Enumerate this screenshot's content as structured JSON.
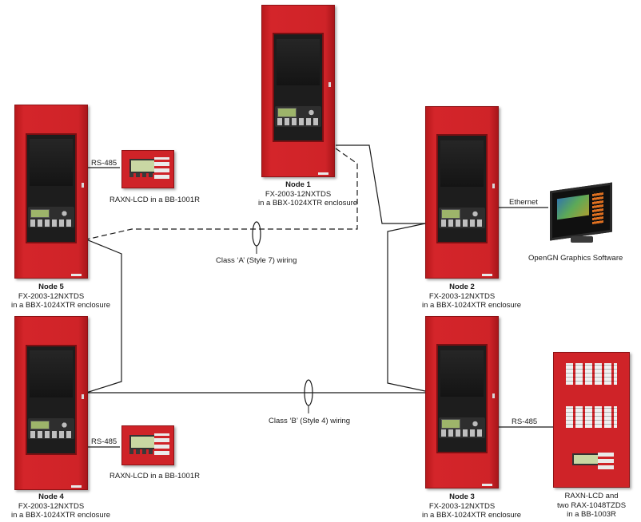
{
  "nodes": {
    "node1": {
      "title": "Node 1",
      "line1": "FX-2003-12NXTDS",
      "line2": "in a BBX-1024XTR enclosure"
    },
    "node2": {
      "title": "Node 2",
      "line1": "FX-2003-12NXTDS",
      "line2": "in a BBX-1024XTR enclosure"
    },
    "node3": {
      "title": "Node 3",
      "line1": "FX-2003-12NXTDS",
      "line2": "in a BBX-1024XTR enclosure"
    },
    "node4": {
      "title": "Node 4",
      "line1": "FX-2003-12NXTDS",
      "line2": "in a BBX-1024XTR enclosure"
    },
    "node5": {
      "title": "Node 5",
      "line1": "FX-2003-12NXTDS",
      "line2": "in a BBX-1024XTR enclosure"
    }
  },
  "links": {
    "rs485_top": "RS-485",
    "rs485_bottom": "RS-485",
    "rs485_right": "RS-485",
    "ethernet": "Ethernet"
  },
  "devices": {
    "raxn_top": "RAXN-LCD in a BB-1001R",
    "raxn_bottom": "RAXN-LCD in a BB-1001R",
    "opengn": "OpenGN Graphics Software",
    "rack_line1": "RAXN-LCD and",
    "rack_line2": "two RAX-1048TZDS",
    "rack_line3": "in a BB-1003R"
  },
  "wiring": {
    "class_a": "Class ‘A’ (Style 7) wiring",
    "class_b": "Class ‘B’ (Style 4) wiring"
  },
  "colors": {
    "panel_red": "#cf2328",
    "wire": "#1a1a1a"
  }
}
